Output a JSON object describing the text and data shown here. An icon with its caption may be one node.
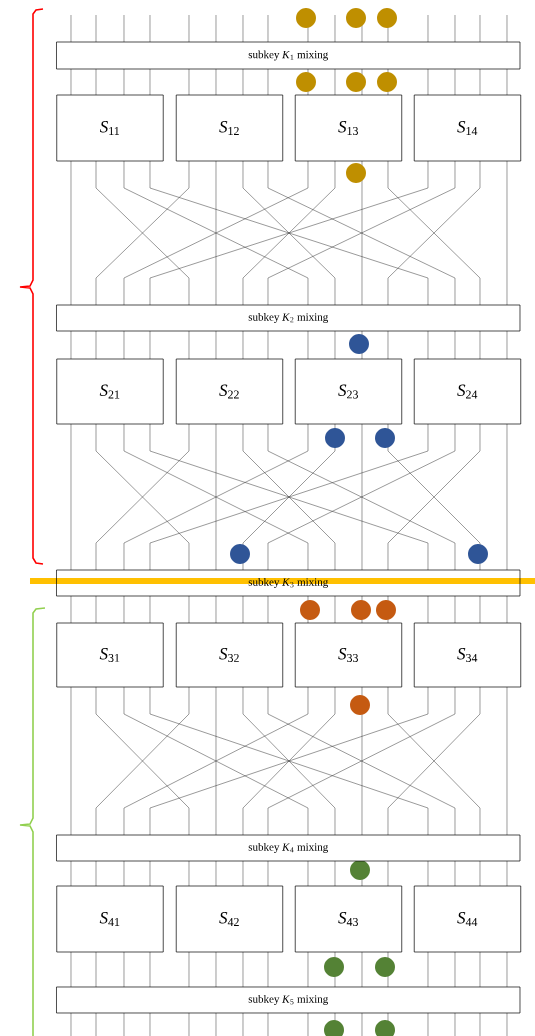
{
  "diagram": {
    "nodes": [
      {
        "text": [
          "subkey *K*$_{1}$ mixing"
        ]
      },
      {
        "text": [
          "*S*$_{11}$"
        ]
      },
      {
        "text": [
          "*S*$_{12}$"
        ]
      },
      {
        "text": [
          "*S*$_{13}$"
        ]
      },
      {
        "text": [
          "*S*$_{14}$"
        ]
      },
      {
        "text": [
          "subkey *K*$_{2}$ mixing"
        ]
      },
      {
        "text": [
          "*S*$_{21}$"
        ]
      },
      {
        "text": [
          "*S*$_{22}$"
        ]
      },
      {
        "text": [
          "*S*$_{23}$"
        ]
      },
      {
        "text": [
          "*S*$_{24}$"
        ]
      },
      {
        "text": [
          "subkey *K*$_{3}$ mixing"
        ]
      },
      {
        "text": [
          "*S*$_{31}$"
        ]
      },
      {
        "text": [
          "*S*$_{32}$"
        ]
      },
      {
        "text": [
          "*S*$_{33}$"
        ]
      },
      {
        "text": [
          "*S*$_{34}$"
        ]
      },
      {
        "text": [
          "subkey *K*$_{4}$ mixing"
        ]
      },
      {
        "text": [
          "*S*$_{41}$"
        ]
      },
      {
        "text": [
          "*S*$_{42}$"
        ]
      },
      {
        "text": [
          "*S*$_{43}$"
        ]
      },
      {
        "text": [
          "*S*$_{44}$"
        ]
      },
      {
        "text": [
          "subkey *K*$_{5}$ mixing"
        ]
      }
    ]
  }
}
